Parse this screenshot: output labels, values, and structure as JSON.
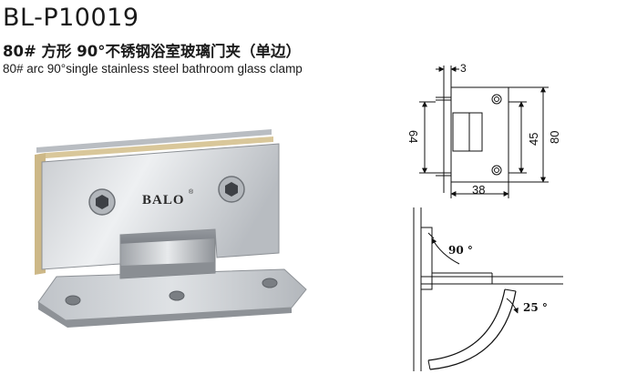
{
  "header": {
    "model": "BL-P10019",
    "title_cn": "80# 方形 90°不锈钢浴室玻璃门夹（单边）",
    "title_en": "80# arc 90°single stainless steel  bathroom glass clamp"
  },
  "product_photo": {
    "brand": "BALO",
    "brand_mark": "®"
  },
  "front_drawing": {
    "dim_top": "3",
    "dim_left": "64",
    "dim_inner_right": "45",
    "dim_outer_right": "80",
    "dim_bottom": "38"
  },
  "side_drawing": {
    "angle_open": "90 °",
    "angle_swing": "25 °"
  }
}
